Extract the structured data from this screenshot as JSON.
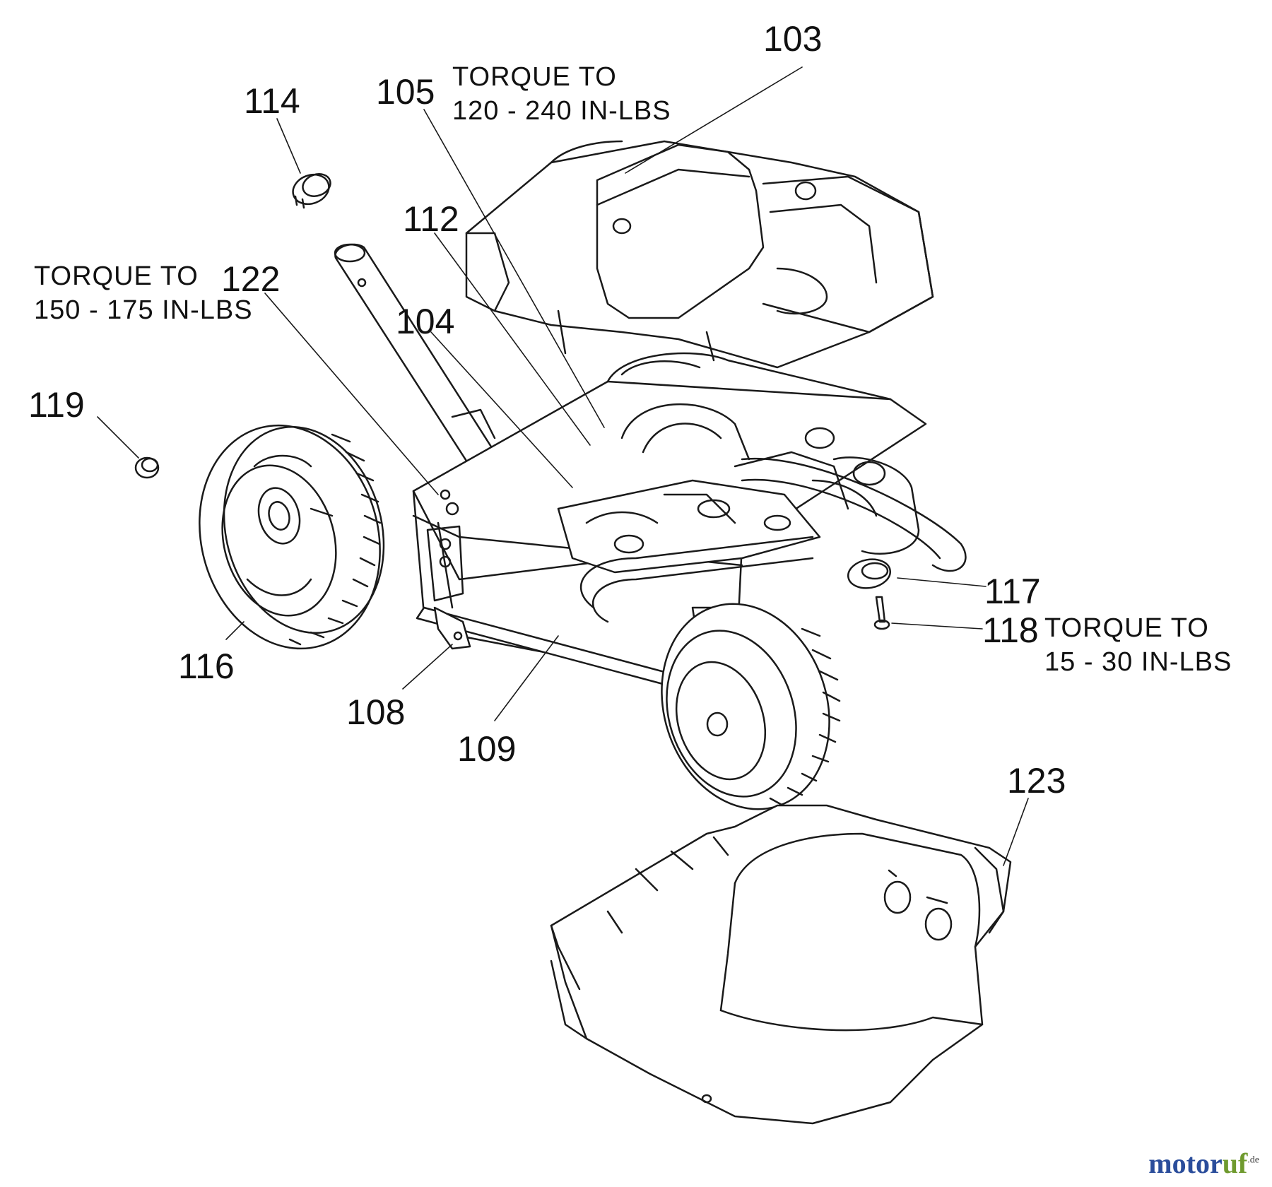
{
  "callouts": {
    "p103": "103",
    "p105": "105",
    "p114": "114",
    "p112": "112",
    "p122": "122",
    "p104": "104",
    "p119": "119",
    "p116": "116",
    "p108": "108",
    "p109": "109",
    "p117": "117",
    "p118": "118",
    "p123": "123"
  },
  "notes": {
    "torque_105": [
      "TORQUE TO",
      "120 - 240 IN-LBS"
    ],
    "torque_122": [
      "TORQUE TO",
      "150 - 175 IN-LBS"
    ],
    "torque_118": [
      "TORQUE TO",
      "15 - 30 IN-LBS"
    ]
  },
  "watermark": {
    "part1": "motor",
    "part2": "uf",
    "suffix": ".de",
    "color_primary": "#2a4d9b",
    "color_secondary": "#6f9a2e"
  }
}
